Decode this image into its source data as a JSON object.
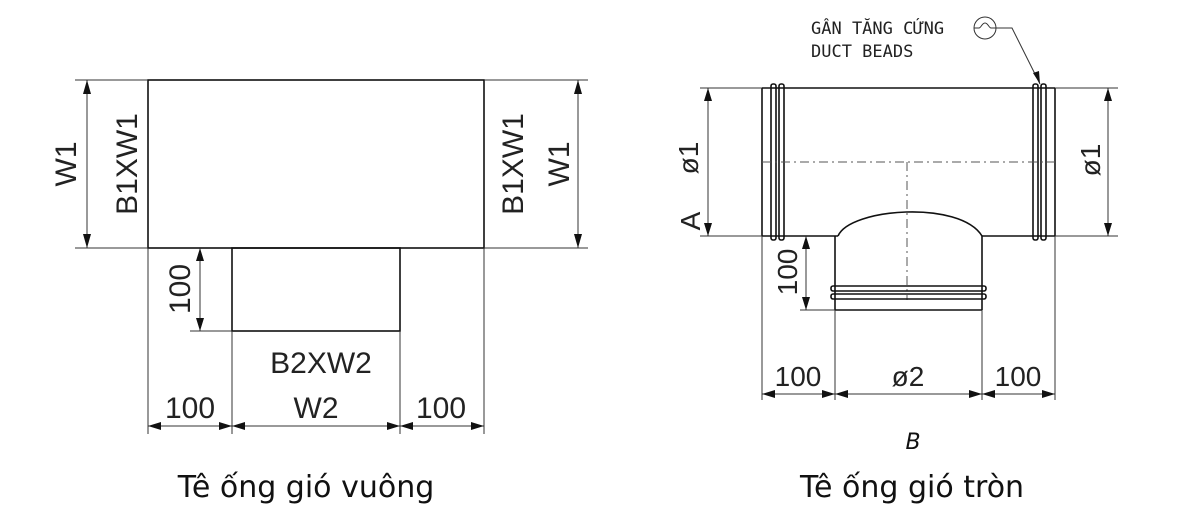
{
  "square_tee": {
    "caption": "Tê ống gió vuông",
    "left_w1": "W1",
    "left_size": "B1XW1",
    "right_size": "B1XW1",
    "right_w1": "W1",
    "branch_height": "100",
    "branch_size": "B2XW2",
    "bottom_left": "100",
    "bottom_mid": "W2",
    "bottom_right": "100"
  },
  "round_tee": {
    "caption": "Tê ống gió tròn",
    "note_line1": "GÂN TĂNG CỨNG",
    "note_line2": "DUCT BEADS",
    "left_dia": "ø1",
    "right_dia": "ø1",
    "label_a": "A",
    "label_b": "B",
    "branch_height": "100",
    "bottom_left": "100",
    "bottom_mid": "ø2",
    "bottom_right": "100"
  }
}
